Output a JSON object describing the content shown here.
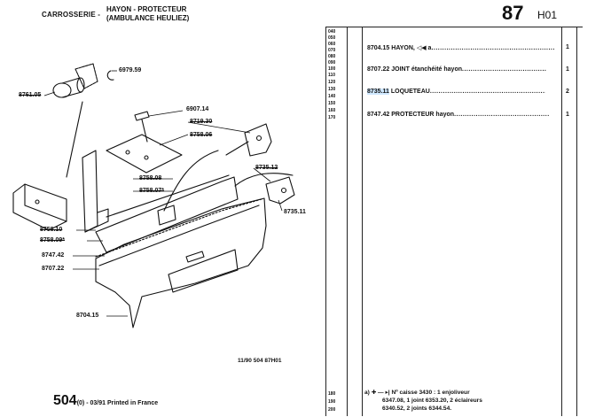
{
  "header": {
    "category": "CARROSSERIE -",
    "title_line1": "HAYON - PROTECTEUR",
    "title_line2": "(AMBULANCE HEULIEZ)",
    "group_number": "87",
    "section_code": "H01"
  },
  "row_numbers": [
    "040",
    "050",
    "060",
    "070",
    "080",
    "090",
    "100",
    "110",
    "120",
    "130",
    "140",
    "150",
    "160",
    "170"
  ],
  "footnote_row_numbers": [
    "180",
    "190",
    "200"
  ],
  "parts": [
    {
      "ref": "8704.15",
      "desc": "HAYON,",
      "note_symbol": "◁◀",
      "note": "a",
      "qty": "1"
    },
    {
      "ref": "8707.22",
      "desc": "JOINT étanchéité hayon",
      "qty": "1"
    },
    {
      "ref": "8735.11",
      "desc": "LOQUETEAU",
      "qty": "2"
    },
    {
      "ref": "8747.42",
      "desc": "PROTECTEUR hayon",
      "qty": "1"
    }
  ],
  "footnote": {
    "line1": "a) ✚ — ▸| Nº caisse 3430 : 1 enjoliveur",
    "line2": "6347.08, 1 joint 6353.20, 2 éclaireurs",
    "line3": "6340.52, 2 joints 6344.54."
  },
  "diagram": {
    "reference": "11/90 504 87H01",
    "labels": {
      "c1": "6979.59",
      "c2": "8761.05",
      "c3": "6907.14",
      "c4": "8719.30",
      "c5": "8758.06",
      "c6": "8735.12",
      "c7": "8758.08",
      "c8": "8758.07*",
      "c9": "8735.11",
      "c10": "8758.10",
      "c11": "8758.09*",
      "c12": "8747.42",
      "c13": "8707.22",
      "c14": "8704.15"
    }
  },
  "footer": {
    "model": "504",
    "edition": "(0) - 03/91 Printed in France"
  }
}
